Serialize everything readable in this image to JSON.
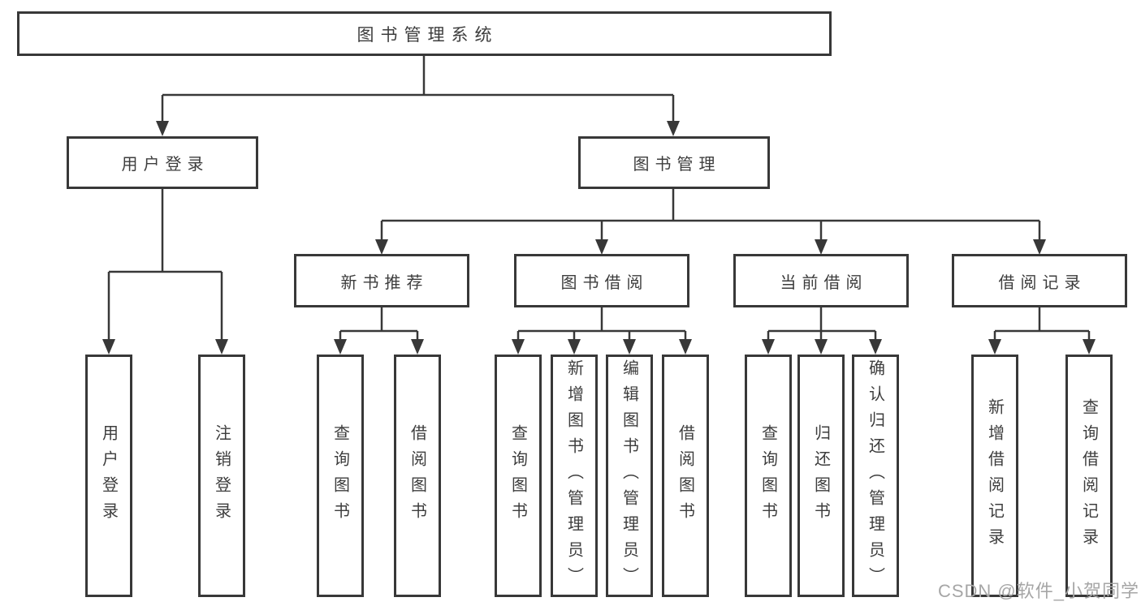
{
  "diagram": {
    "root_label": "图书管理系统",
    "branches": [
      {
        "label": "用户登录",
        "children": [
          {
            "label": "用户登录"
          },
          {
            "label": "注销登录"
          }
        ]
      },
      {
        "label": "图书管理",
        "children": [
          {
            "label": "新书推荐",
            "children": [
              {
                "label": "查询图书"
              },
              {
                "label": "借阅图书"
              }
            ]
          },
          {
            "label": "图书借阅",
            "children": [
              {
                "label": "查询图书"
              },
              {
                "label": "新增图书（管理员）"
              },
              {
                "label": "编辑图书（管理员）"
              },
              {
                "label": "借阅图书"
              }
            ]
          },
          {
            "label": "当前借阅",
            "children": [
              {
                "label": "查询图书"
              },
              {
                "label": "归还图书"
              },
              {
                "label": "确认归还（管理员）"
              }
            ]
          },
          {
            "label": "借阅记录",
            "children": [
              {
                "label": "新增借阅记录"
              },
              {
                "label": "查询借阅记录"
              }
            ]
          }
        ]
      }
    ]
  },
  "watermark": {
    "text": "CSDN @软件_小贺同学"
  },
  "colors": {
    "line": "#383838",
    "box_border": "#383838",
    "box_background": "#ffffff",
    "text": "#3d3d3d",
    "watermark": "#a6a6a6",
    "page_background": "#ffffff"
  }
}
